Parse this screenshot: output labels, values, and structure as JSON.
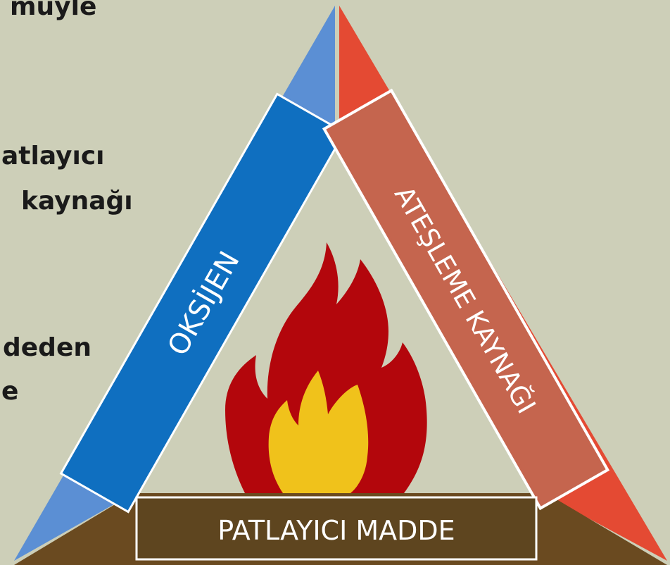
{
  "background_text": {
    "line1": "muyle",
    "line2": "atlayıcı",
    "line3": "kaynağı",
    "line4": "deden",
    "line5": "e"
  },
  "labels": {
    "oxygen": "OKSİJEN",
    "ignition": "ATEŞLEME KAYNAĞI",
    "explosive": "PATLAYICI MADDE"
  },
  "colors": {
    "background": "#cdcfb8",
    "oxygen_side": "#5b8fd4",
    "oxygen_band": "#0f6fc0",
    "ignition_side": "#e44a33",
    "ignition_band": "#c5654e",
    "explosive_base": "#6a4a20",
    "explosive_band": "#5e451f",
    "flame_outer": "#b3060c",
    "flame_inner": "#f0c21b"
  },
  "icons": {
    "flame": "flame-icon"
  }
}
